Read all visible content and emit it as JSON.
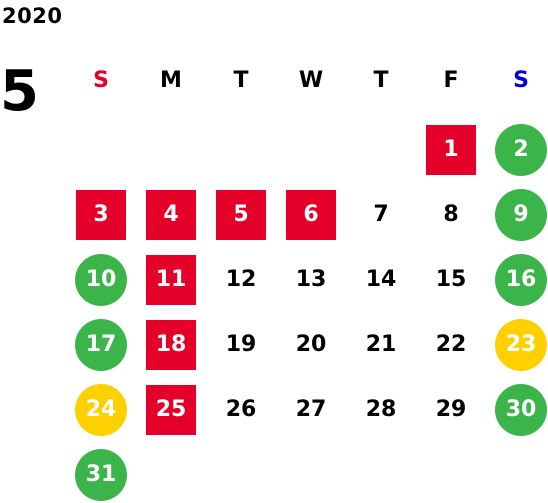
{
  "calendar": {
    "year": "2020",
    "month": "5",
    "weekdays": [
      {
        "label": "S",
        "color": "#e5002a"
      },
      {
        "label": "M",
        "color": "#000000"
      },
      {
        "label": "T",
        "color": "#000000"
      },
      {
        "label": "W",
        "color": "#000000"
      },
      {
        "label": "T",
        "color": "#000000"
      },
      {
        "label": "F",
        "color": "#000000"
      },
      {
        "label": "S",
        "color": "#0000e0"
      }
    ],
    "colors": {
      "red": "#e5002a",
      "green": "#3bb54a",
      "yellow": "#ffd000",
      "blue": "#0000e0"
    },
    "first_weekday_index": 5,
    "days": [
      {
        "label": "1",
        "style": "red-square"
      },
      {
        "label": "2",
        "style": "green-circle"
      },
      {
        "label": "3",
        "style": "red-square"
      },
      {
        "label": "4",
        "style": "red-square"
      },
      {
        "label": "5",
        "style": "red-square"
      },
      {
        "label": "6",
        "style": "red-square"
      },
      {
        "label": "7",
        "style": "plain"
      },
      {
        "label": "8",
        "style": "plain"
      },
      {
        "label": "9",
        "style": "green-circle"
      },
      {
        "label": "10",
        "style": "green-circle"
      },
      {
        "label": "11",
        "style": "red-square"
      },
      {
        "label": "12",
        "style": "plain"
      },
      {
        "label": "13",
        "style": "plain"
      },
      {
        "label": "14",
        "style": "plain"
      },
      {
        "label": "15",
        "style": "plain"
      },
      {
        "label": "16",
        "style": "green-circle"
      },
      {
        "label": "17",
        "style": "green-circle"
      },
      {
        "label": "18",
        "style": "red-square"
      },
      {
        "label": "19",
        "style": "plain"
      },
      {
        "label": "20",
        "style": "plain"
      },
      {
        "label": "21",
        "style": "plain"
      },
      {
        "label": "22",
        "style": "plain"
      },
      {
        "label": "23",
        "style": "yellow-circle"
      },
      {
        "label": "24",
        "style": "yellow-circle"
      },
      {
        "label": "25",
        "style": "red-square"
      },
      {
        "label": "26",
        "style": "plain"
      },
      {
        "label": "27",
        "style": "plain"
      },
      {
        "label": "28",
        "style": "plain"
      },
      {
        "label": "29",
        "style": "plain"
      },
      {
        "label": "30",
        "style": "green-circle"
      },
      {
        "label": "31",
        "style": "green-circle"
      }
    ]
  }
}
